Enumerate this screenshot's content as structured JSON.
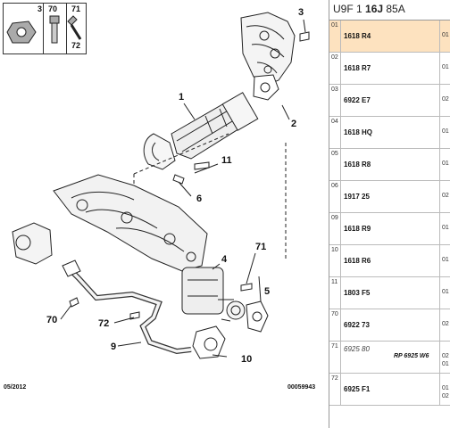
{
  "diagram": {
    "callouts": {
      "c1": "1",
      "c2": "2",
      "c3": "3",
      "c4": "4",
      "c5": "5",
      "c6": "6",
      "c9": "9",
      "c10": "10",
      "c11": "11",
      "c70": "70",
      "c71": "71",
      "c72": "72"
    },
    "hardware_box": {
      "a": "3",
      "b": "70",
      "c": "71",
      "d": "72"
    },
    "footer_date": "05/2012",
    "footer_ref": "00059943"
  },
  "panel": {
    "header_prefix": "U9F 1 ",
    "header_bold": "16J",
    "header_suffix": " 85A",
    "rows": [
      {
        "idx": "01",
        "part": "1618 R4",
        "col": "01",
        "selected": true
      },
      {
        "idx": "02",
        "part": "1618 R7",
        "col": "01"
      },
      {
        "idx": "03",
        "part": "6922 E7",
        "col": "02"
      },
      {
        "idx": "04",
        "part": "1618 HQ",
        "col": "01"
      },
      {
        "idx": "05",
        "part": "1618 R8",
        "col": "01"
      },
      {
        "idx": "06",
        "part": "1917 25",
        "col": "02"
      },
      {
        "idx": "09",
        "part": "1618 R9",
        "col": "01"
      },
      {
        "idx": "10",
        "part": "1618 R6",
        "col": "01"
      },
      {
        "idx": "11",
        "part": "1803 F5",
        "col": "01"
      },
      {
        "idx": "70",
        "part": "6922 73",
        "col": "02"
      },
      {
        "idx": "71",
        "part": "6925 80",
        "rp": "RP 6925 W6",
        "col": "02",
        "col2": "01"
      },
      {
        "idx": "72",
        "part": "6925 F1",
        "col": "01",
        "col2": "02"
      }
    ]
  },
  "colors": {
    "selected_row": "#fde2bf",
    "line": "#222222"
  }
}
